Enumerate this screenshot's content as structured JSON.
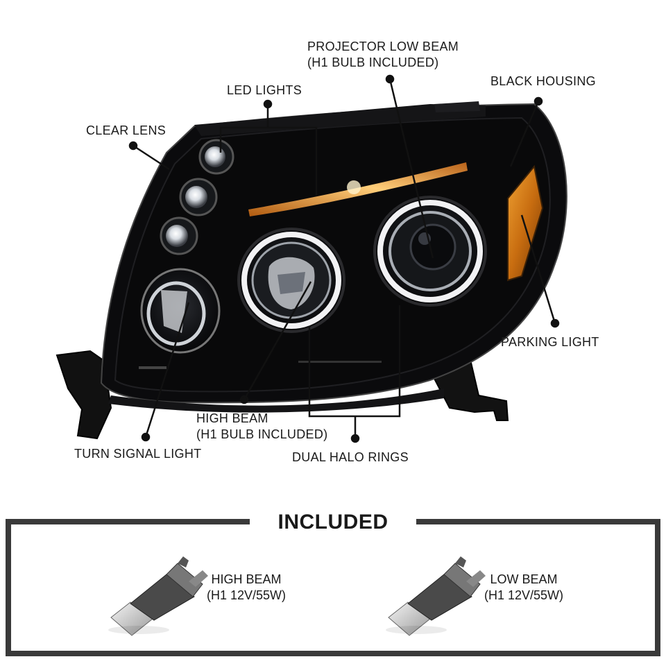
{
  "callouts": {
    "projector_low_beam": [
      "PROJECTOR LOW BEAM",
      "(H1 BULB INCLUDED)"
    ],
    "black_housing": "BLACK HOUSING",
    "led_lights": "LED LIGHTS",
    "clear_lens": "CLEAR LENS",
    "parking_light": "PARKING LIGHT",
    "high_beam": [
      "HIGH BEAM",
      "(H1 BULB INCLUDED)"
    ],
    "turn_signal_light": "TURN SIGNAL LIGHT",
    "dual_halo_rings": "DUAL HALO RINGS"
  },
  "included": {
    "title": "INCLUDED",
    "bulbs": [
      {
        "name": "HIGH BEAM",
        "spec": "(H1 12V/55W)"
      },
      {
        "name": "LOW BEAM",
        "spec": "(H1 12V/55W)"
      }
    ]
  },
  "colors": {
    "housing": "#0b0b0d",
    "amber": "#e08a1a",
    "chrome": "#e8e8ea",
    "frame": "#3a3a3a"
  }
}
